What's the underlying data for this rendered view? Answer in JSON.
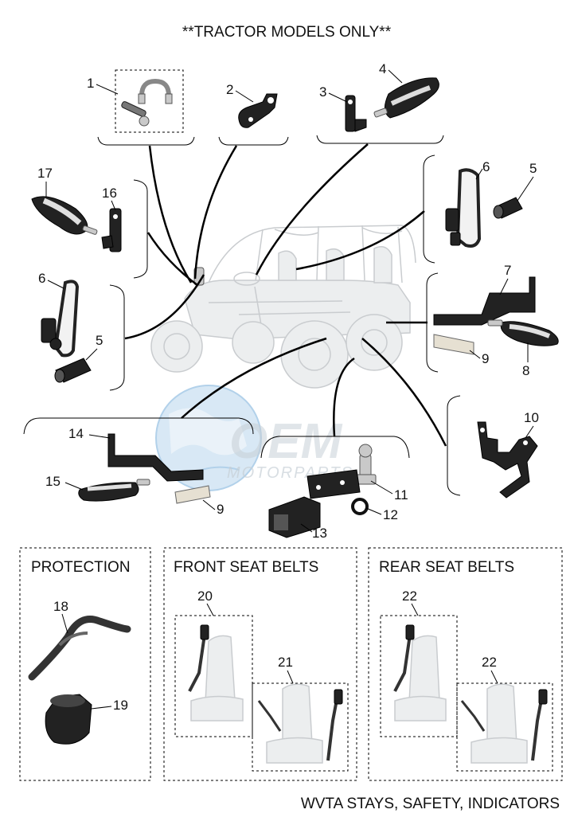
{
  "title": "**TRACTOR MODELS ONLY**",
  "footer": "WVTA STAYS, SAFETY, INDICATORS",
  "watermark": {
    "main": "OEM",
    "sub": "MOTORPARTS"
  },
  "sections": {
    "protection": "PROTECTION",
    "front_seat_belts": "FRONT SEAT BELTS",
    "rear_seat_belts": "REAR SEAT BELTS"
  },
  "callouts": {
    "c1": "1",
    "c2": "2",
    "c3": "3",
    "c4": "4",
    "c5a": "5",
    "c5b": "5",
    "c6a": "6",
    "c6b": "6",
    "c7": "7",
    "c8": "8",
    "c9a": "9",
    "c9b": "9",
    "c10": "10",
    "c11": "11",
    "c12": "12",
    "c13": "13",
    "c14": "14",
    "c15": "15",
    "c16": "16",
    "c17": "17",
    "c18": "18",
    "c19": "19",
    "c20": "20",
    "c21": "21",
    "c22a": "22",
    "c22b": "22"
  },
  "colors": {
    "line": "#000000",
    "ghost_vehicle": "#c9cccf",
    "watermark": "#b9c4cc",
    "globe": "#9fc6e6"
  }
}
